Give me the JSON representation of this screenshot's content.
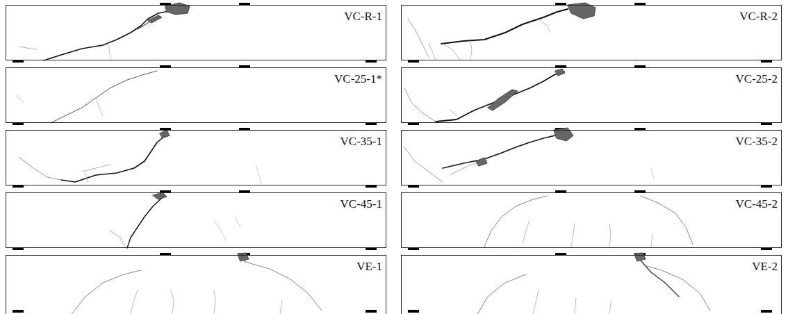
{
  "diagram": {
    "nodes": [
      {
        "text": [
          "VC-R-1"
        ]
      },
      {
        "text": [
          "VC-R-2"
        ]
      },
      {
        "text": [
          "VC-25-1*"
        ]
      },
      {
        "text": [
          "VC-25-2"
        ]
      },
      {
        "text": [
          "VC-35-1"
        ]
      },
      {
        "text": [
          "VC-35-2"
        ]
      },
      {
        "text": [
          "VC-45-1"
        ]
      },
      {
        "text": [
          "VC-45-2"
        ]
      },
      {
        "text": [
          "VE-1"
        ]
      },
      {
        "text": [
          "VE-2"
        ]
      }
    ]
  }
}
